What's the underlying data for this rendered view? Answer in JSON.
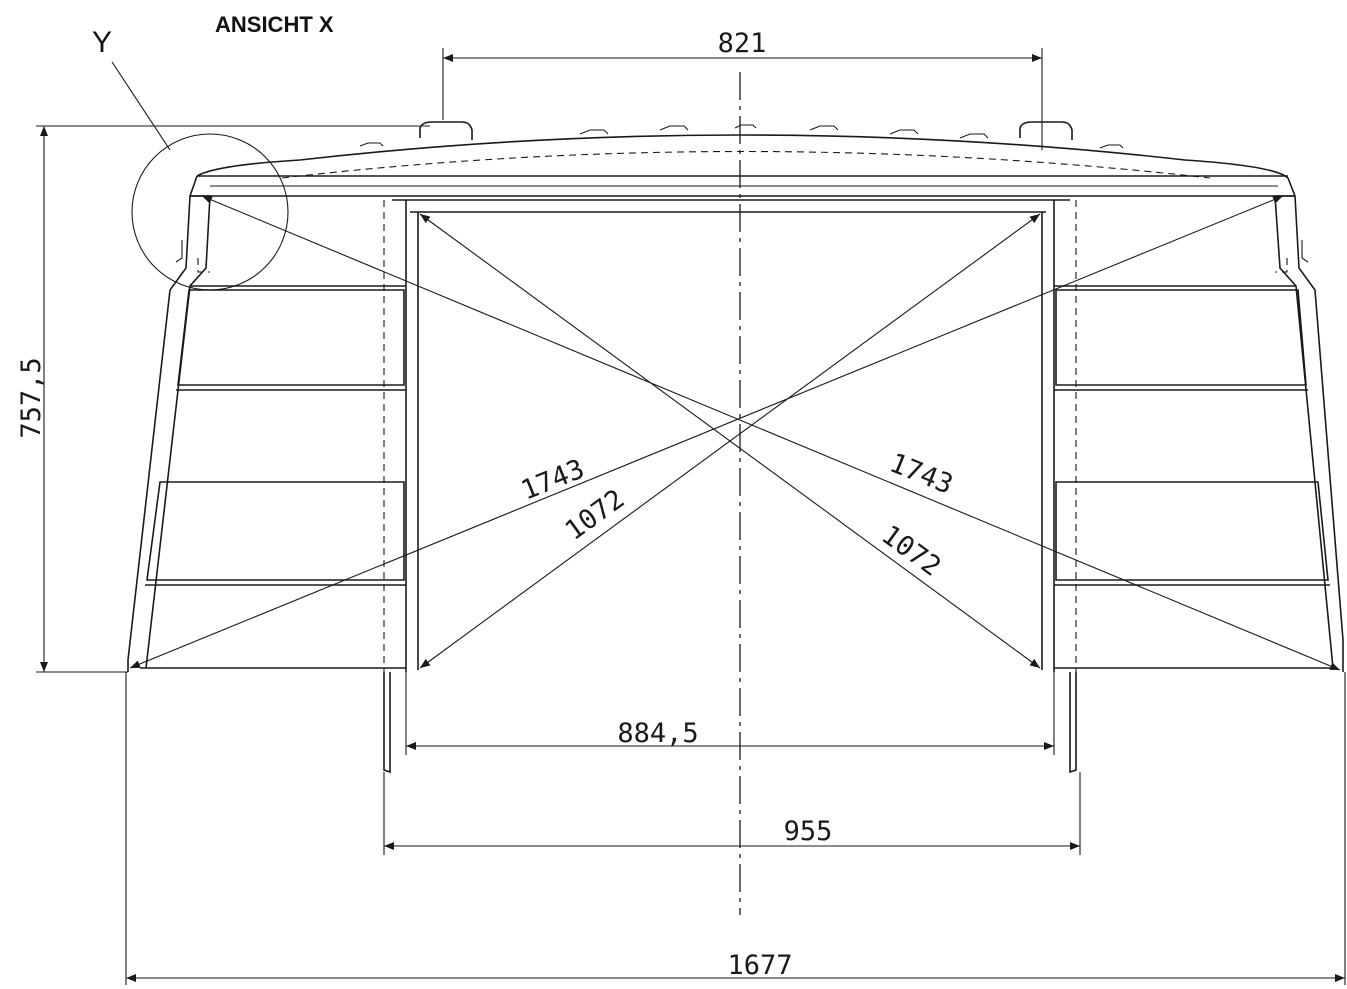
{
  "title": "ANSICHT X",
  "detail_label": "Y",
  "dimensions": {
    "top_width": "821",
    "height": "757,5",
    "diag_outer_left": "1743",
    "diag_outer_right": "1743",
    "diag_inner_left": "1072",
    "diag_inner_right": "1072",
    "inner_width": "884,5",
    "mid_width": "955",
    "overall_width": "1677"
  }
}
